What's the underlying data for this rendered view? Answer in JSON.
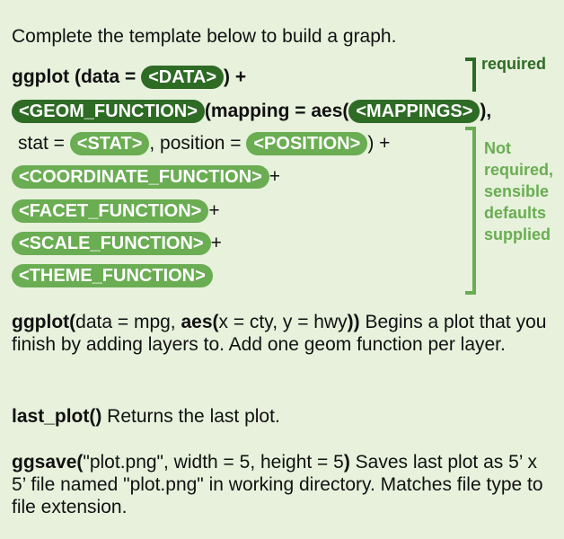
{
  "intro": "Complete the template below to build a graph.",
  "template": {
    "line1": {
      "fn": "ggplot (data = ",
      "pill": "<DATA>",
      "tail": ") +"
    },
    "line2": {
      "pill": "<GEOM_FUNCTION>",
      "mid": "(mapping = aes(",
      "pill2": "<MAPPINGS>",
      "tail": "),"
    },
    "line3": {
      "a": "stat = ",
      "pill": "<STAT>",
      "b": ", position = ",
      "pill2": "<POSITION>",
      "tail": ") +"
    },
    "line4": {
      "pill": "<COORDINATE_FUNCTION>",
      "tail": "+"
    },
    "line5": {
      "pill": "<FACET_FUNCTION>",
      "tail": "+"
    },
    "line6": {
      "pill": "<SCALE_FUNCTION>",
      "tail": "+"
    },
    "line7": {
      "pill": "<THEME_FUNCTION>"
    }
  },
  "notes": {
    "required": "required",
    "optional_lines": [
      "Not",
      "required,",
      "sensible",
      "defaults",
      "supplied"
    ]
  },
  "paragraphs": {
    "ggplot": {
      "fn": "ggplot(",
      "a": "data = mpg, ",
      "aes": "aes(",
      "b": "x = cty, y = hwy",
      "close": "))",
      "desc": " Begins a plot that you finish by adding layers to. Add one geom function per layer."
    },
    "last_plot": {
      "fn": "last_plot()",
      "desc": " Returns the last plot."
    },
    "ggsave": {
      "fn": "ggsave(",
      "a": "\"plot.png\", width = 5, height = 5",
      "close": ")",
      "desc": " Saves last plot as 5’ x 5’ file named \"plot.png\" in working directory. Matches file type to file extension."
    }
  },
  "colors": {
    "background": "#e7f1dc",
    "dark_green": "#2e6b25",
    "light_green": "#6aad52"
  }
}
